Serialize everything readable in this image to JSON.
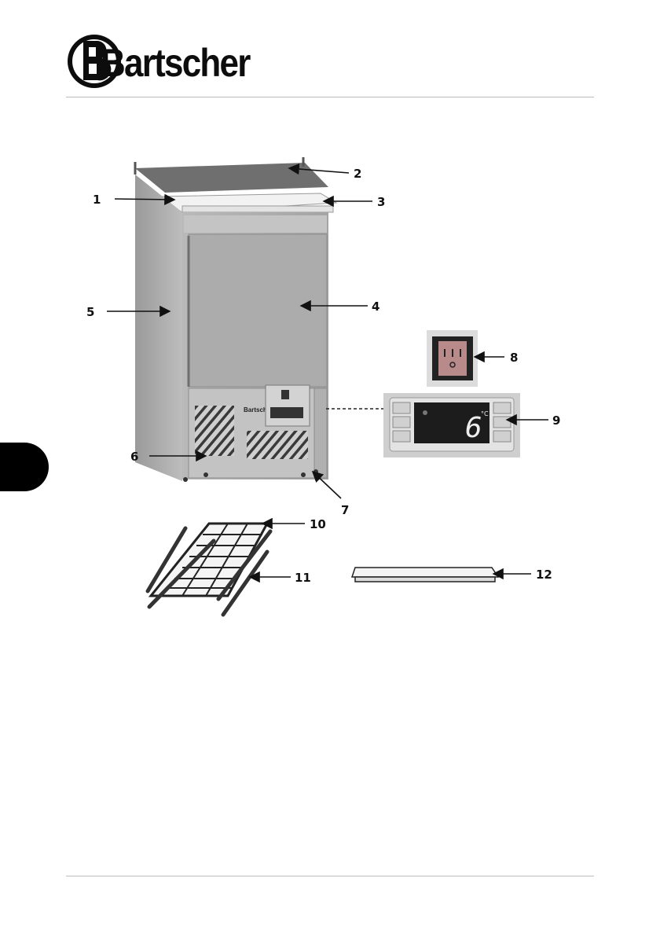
{
  "brand": {
    "logo_text": "Bartscher"
  },
  "callouts": [
    {
      "id": "1",
      "label": "1"
    },
    {
      "id": "2",
      "label": "2"
    },
    {
      "id": "3",
      "label": "3"
    },
    {
      "id": "4",
      "label": "4"
    },
    {
      "id": "5",
      "label": "5"
    },
    {
      "id": "6",
      "label": "6"
    },
    {
      "id": "7",
      "label": "7"
    },
    {
      "id": "8",
      "label": "8"
    },
    {
      "id": "9",
      "label": "9"
    },
    {
      "id": "10",
      "label": "10"
    },
    {
      "id": "11",
      "label": "11"
    },
    {
      "id": "12",
      "label": "12"
    }
  ],
  "display": {
    "temperature": "6",
    "unit": "°C"
  },
  "colors": {
    "tab": "#000000",
    "steel": "#a9a9a9",
    "rule": "#bdbdbd"
  }
}
